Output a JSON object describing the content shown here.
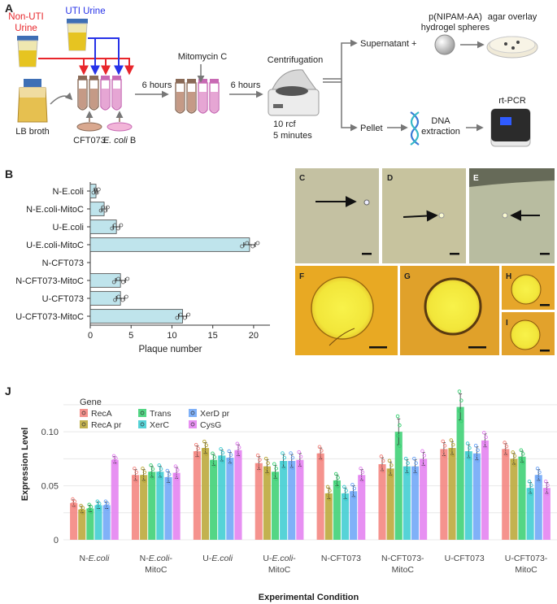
{
  "panel_labels": {
    "A": "A",
    "B": "B",
    "C": "C",
    "D": "D",
    "E": "E",
    "F": "F",
    "G": "G",
    "H": "H",
    "I": "I",
    "J": "J"
  },
  "workflow": {
    "non_uti_line1": "Non-UTI",
    "non_uti_line2": "Urine",
    "uti_urine": "UTI Urine",
    "lb_broth": "LB broth",
    "cft073": "CFT073",
    "ecoli_b_italic": "E. coli",
    "ecoli_b_suffix": " B",
    "six_hours_1": "6 hours",
    "mitomycin": "Mitomycin C",
    "six_hours_2": "6 hours",
    "centrifugation": "Centrifugation",
    "rcf": "10 rcf",
    "minutes": "5 minutes",
    "supernatant": "Supernatant +",
    "hydrogel_line1": "p(NIPAM-AA)",
    "hydrogel_line2": "hydrogel spheres",
    "agar_overlay": "agar overlay",
    "pellet": "Pellet",
    "dna_line1": "DNA",
    "dna_line2": "extraction",
    "rtpcr": "rt-PCR",
    "colors": {
      "non_uti": "#e8262b",
      "uti": "#2632e8",
      "tube_brown": "#8a6b58",
      "tube_pink": "#c86ab4",
      "urine": "#e6c421"
    }
  },
  "micrographs": {
    "colors": {
      "bright": "#c6c3a4",
      "plaque": "#e8a923",
      "plaque_center": "#f5ee3a"
    }
  },
  "chart_data": [
    {
      "type": "bar",
      "orientation": "horizontal",
      "categories": [
        "N-E.coli",
        "N-E.coli-MitoC",
        "U-E.coli",
        "U-E.coli-MitoC",
        "N-CFT073",
        "N-CFT073-MitoC",
        "U-CFT073",
        "U-CFT073-MitoC"
      ],
      "values": [
        0.7,
        1.7,
        3.2,
        19.5,
        0,
        3.7,
        3.7,
        11.3
      ],
      "errors": [
        0.15,
        0.3,
        0.4,
        0.7,
        0,
        0.6,
        0.5,
        0.5
      ],
      "xlabel": "Plaque number",
      "xlim": [
        0,
        22
      ],
      "xticks": [
        "0",
        "5",
        "10",
        "15",
        "20"
      ],
      "bar_color": "#bfe4ec"
    },
    {
      "type": "bar",
      "categories": [
        "N-E.coli",
        "N-E.coli-MitoC",
        "U-E.coli",
        "U-E.coli-MitoC",
        "N-CFT073",
        "N-CFT073-MitoC",
        "U-CFT073",
        "U-CFT073-MitoC"
      ],
      "category_labels": [
        {
          "line1": "N-",
          "line1_italic": "E.coli",
          "line2": ""
        },
        {
          "line1": "N-",
          "line1_italic": "E.coli",
          "line1_suffix": "-",
          "line2": "MitoC"
        },
        {
          "line1": "U-",
          "line1_italic": "E.coli",
          "line2": ""
        },
        {
          "line1": "U-",
          "line1_italic": "E.coli",
          "line1_suffix": "-",
          "line2": "MitoC"
        },
        {
          "line1": "N-CFT073",
          "line1_italic": "",
          "line2": ""
        },
        {
          "line1": "N-CFT073-",
          "line1_italic": "",
          "line2": "MitoC"
        },
        {
          "line1": "U-CFT073",
          "line1_italic": "",
          "line2": ""
        },
        {
          "line1": "U-CFT073-",
          "line1_italic": "",
          "line2": "MitoC"
        }
      ],
      "series": [
        {
          "name": "RecA",
          "color": "#f3807a",
          "values": [
            0.034,
            0.06,
            0.082,
            0.071,
            0.08,
            0.07,
            0.084,
            0.084
          ]
        },
        {
          "name": "RecA pr",
          "color": "#b8a531",
          "values": [
            0.028,
            0.06,
            0.085,
            0.068,
            0.043,
            0.066,
            0.085,
            0.075
          ]
        },
        {
          "name": "Trans",
          "color": "#36cf70",
          "values": [
            0.029,
            0.063,
            0.074,
            0.063,
            0.055,
            0.1,
            0.123,
            0.077
          ]
        },
        {
          "name": "XerC",
          "color": "#38cbd0",
          "values": [
            0.032,
            0.063,
            0.078,
            0.073,
            0.043,
            0.068,
            0.082,
            0.048
          ]
        },
        {
          "name": "XerD pr",
          "color": "#6aa3f7",
          "values": [
            0.032,
            0.058,
            0.076,
            0.073,
            0.045,
            0.068,
            0.08,
            0.06
          ]
        },
        {
          "name": "CysG",
          "color": "#e37cf0",
          "values": [
            0.074,
            0.062,
            0.083,
            0.074,
            0.06,
            0.075,
            0.092,
            0.048
          ]
        }
      ],
      "errors": [
        0.003,
        0.005,
        0.005,
        0.006,
        0.005,
        0.006,
        0.006,
        0.005
      ],
      "legend_title": "Gene",
      "legend_position": "top-left",
      "xlabel": "Experimental Condition",
      "ylabel": "Expression Level",
      "ylim": [
        0,
        0.14
      ],
      "yticks": [
        "0",
        "0.05",
        "0.10"
      ],
      "grid": true
    }
  ]
}
